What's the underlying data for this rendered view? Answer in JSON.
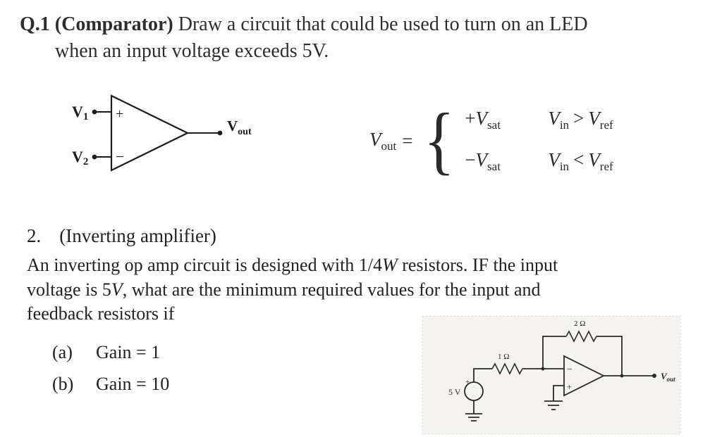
{
  "q1": {
    "label": "Q.1 (Comparator)",
    "text": " Draw a circuit that could be used to turn on an LED",
    "line2": "when an input voltage exceeds 5V."
  },
  "comparator_fig": {
    "input1": {
      "main": "V",
      "sub": "1"
    },
    "input2": {
      "main": "V",
      "sub": "2"
    },
    "plus": "+",
    "minus": "−",
    "output": {
      "main": "V",
      "sub": "out"
    }
  },
  "equation": {
    "lhs": {
      "main": "V",
      "sub": "out"
    },
    "equals": "=",
    "brace": "{",
    "rows": [
      {
        "val": {
          "sign": "+",
          "main": "V",
          "sub": "sat"
        },
        "cond": {
          "v1": "V",
          "v1sub": "in",
          "op": ">",
          "v2": "V",
          "v2sub": "ref"
        }
      },
      {
        "val": {
          "sign": "−",
          "main": "V",
          "sub": "sat"
        },
        "cond": {
          "v1": "V",
          "v1sub": "in",
          "op": "<",
          "v2": "V",
          "v2sub": "ref"
        }
      }
    ]
  },
  "q2": {
    "number": "2.",
    "title": "(Inverting amplifier)",
    "para_lines": [
      {
        "pre": "An inverting op amp circuit is designed with  1/4",
        "it": "W",
        "post": " resistors. IF the input"
      },
      {
        "pre": "voltage is 5",
        "it": "V",
        "post": ", what are the minimum required values for the input and"
      },
      {
        "pre": "feedback resistors if",
        "it": "",
        "post": ""
      }
    ],
    "items": [
      {
        "label": "(a)",
        "text": "Gain = 1"
      },
      {
        "label": "(b)",
        "text": "Gain = 10"
      }
    ]
  },
  "circuit2": {
    "source_label": "5 V",
    "source_plus": "+",
    "rin_label": "1 Ω",
    "rf_label": "2 Ω",
    "opamp_minus": "−",
    "opamp_plus": "+",
    "output": {
      "main": "V",
      "sub": "out"
    }
  },
  "colors": {
    "ink": "#262626",
    "figure_bg": "#f4f3f0"
  }
}
